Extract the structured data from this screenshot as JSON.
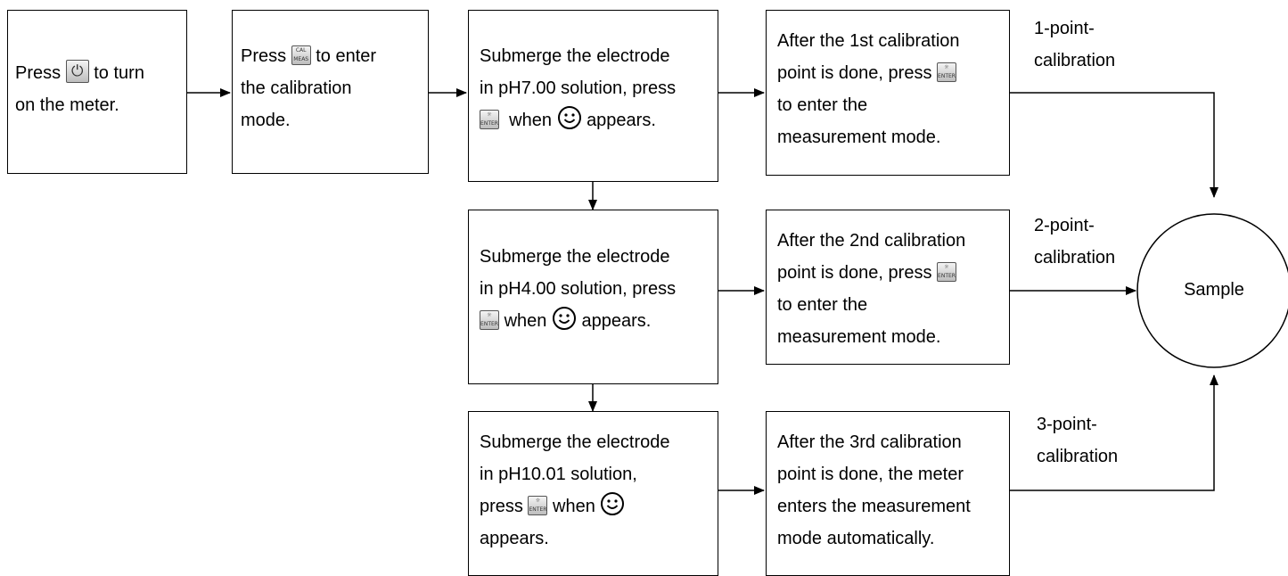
{
  "icons": {
    "power_key": "power-icon",
    "cal_meas_key": "cal-meas-key-icon",
    "enter_key": "enter-key-icon",
    "smiley": "smiley-face-icon"
  },
  "keys": {
    "power_glyph": "⏻",
    "cal_top": "CAL",
    "cal_bottom": "MEAS",
    "enter_top": "☼",
    "enter_bottom": "ENTER"
  },
  "steps": {
    "power_on": {
      "before": "Press",
      "after": "to turn",
      "line2": "on the meter."
    },
    "cal_mode": {
      "before": "Press",
      "after": "to enter",
      "line2": "the calibration",
      "line3": "mode."
    },
    "ph7": {
      "line1": "Submerge the electrode",
      "line2": "in pH7.00 solution, press",
      "mid": "when",
      "end": "appears."
    },
    "ph4": {
      "line1": "Submerge the electrode",
      "line2": "in pH4.00 solution, press",
      "mid": "when",
      "end": "appears."
    },
    "ph10": {
      "line1": "Submerge the electrode",
      "line2": "in pH10.01 solution,",
      "before": "press",
      "mid": "when",
      "line4": "appears."
    },
    "done1": {
      "line1": "After the 1st calibration",
      "line2": "point is done, press",
      "line3": "to enter the",
      "line4": "measurement mode."
    },
    "done2": {
      "line1": "After the 2nd calibration",
      "line2": "point is done, press",
      "line3": "to enter the",
      "line4": "measurement mode."
    },
    "done3": {
      "line1": "After the 3rd calibration",
      "line2": "point is done, the meter",
      "line3": "enters the measurement",
      "line4": "mode automatically."
    }
  },
  "branches": {
    "one": {
      "line1": "1-point-",
      "line2": "calibration"
    },
    "two": {
      "line1": "2-point-",
      "line2": "calibration"
    },
    "three": {
      "line1": "3-point-",
      "line2": "calibration"
    }
  },
  "sample_label": "Sample"
}
